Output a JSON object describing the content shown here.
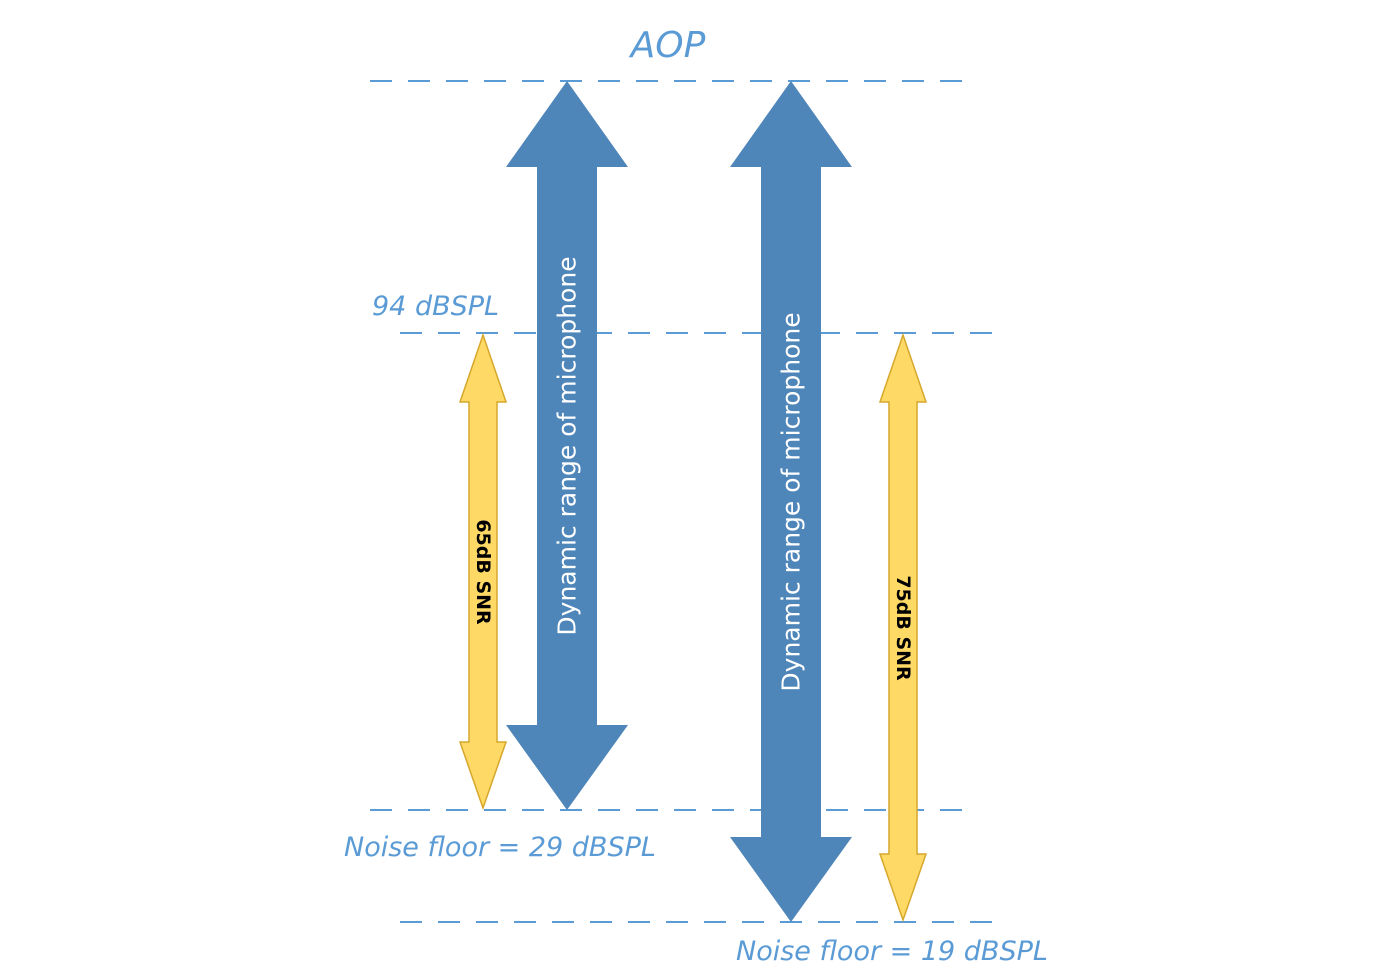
{
  "levels": {
    "aop": "AOP",
    "reference": "94 dBSPL",
    "noise_floor_a": "Noise floor = 29 dBSPL",
    "noise_floor_b": "Noise floor = 19 dBSPL"
  },
  "arrows": {
    "dynamic_range_a": "Dynamic range of microphone",
    "dynamic_range_b": "Dynamic range of microphone",
    "snr_a": "65dB SNR",
    "snr_b": "75dB SNR"
  },
  "colors": {
    "line_and_label": "#5b9bd5",
    "dynamic_range_arrow": "#4f86b9",
    "snr_arrow": "#ffd966",
    "snr_arrow_outline": "#d6a72c"
  }
}
